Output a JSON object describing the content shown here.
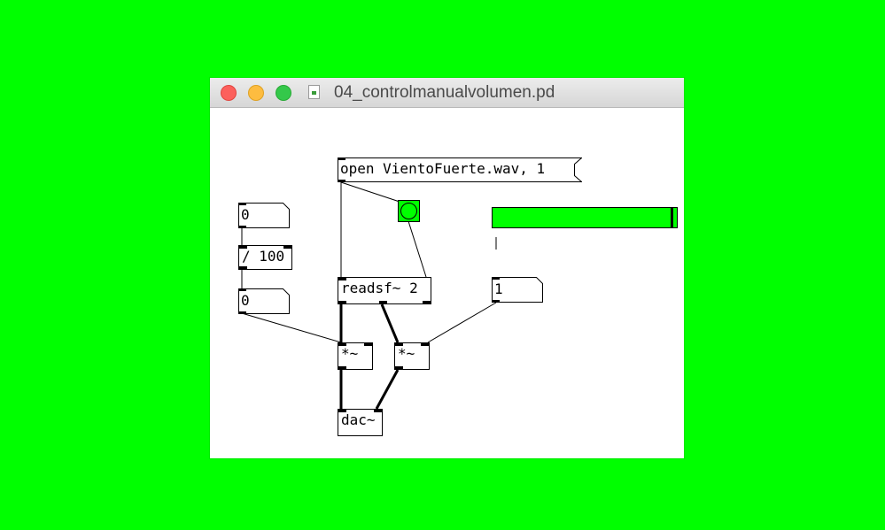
{
  "window": {
    "title": "04_controlmanualvolumen.pd"
  },
  "patch": {
    "number_top": "0",
    "divide": "/ 100",
    "number_mid": "0",
    "message": "open VientoFuerte.wav, 1",
    "readsf": "readsf~ 2",
    "mul_left": "*~",
    "mul_right": "*~",
    "dac": "dac~",
    "number_right": "1",
    "slider": {
      "value_fraction": 0.98,
      "color": "#00ff00"
    },
    "bang": {
      "color": "#00ff00"
    }
  }
}
